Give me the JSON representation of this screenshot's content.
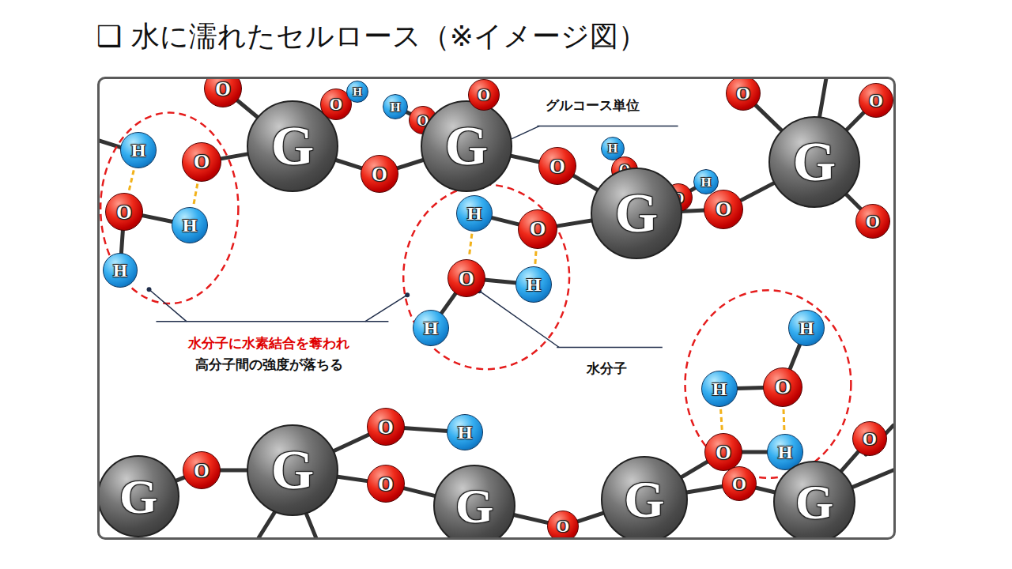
{
  "diagram": {
    "title": "❑ 水に濡れたセルロース（※イメージ図）",
    "nodes": [
      {
        "text": [
          "G"
        ]
      },
      {
        "text": [
          "O"
        ]
      },
      {
        "text": [
          "O"
        ]
      },
      {
        "text": [
          "H"
        ]
      },
      {
        "text": [
          "O"
        ]
      },
      {
        "text": [
          "H"
        ]
      },
      {
        "text": [
          "H"
        ]
      },
      {
        "text": [
          "O"
        ]
      },
      {
        "text": [
          "O"
        ]
      },
      {
        "text": [
          "H"
        ]
      },
      {
        "text": [
          "H"
        ]
      },
      {
        "text": [
          "O"
        ]
      },
      {
        "text": [
          "G"
        ]
      },
      {
        "text": [
          "O"
        ]
      },
      {
        "text": [
          "H"
        ]
      },
      {
        "text": [
          "O"
        ]
      },
      {
        "text": [
          "O"
        ]
      },
      {
        "text": [
          "H"
        ]
      },
      {
        "text": [
          "H"
        ]
      },
      {
        "text": [
          "O"
        ]
      },
      {
        "text": [
          "H"
        ]
      },
      {
        "text": [
          "O"
        ]
      },
      {
        "text": [
          "O"
        ]
      },
      {
        "text": [
          "H"
        ]
      },
      {
        "text": [
          "G"
        ]
      },
      {
        "text": [
          "O"
        ]
      },
      {
        "text": [
          "G"
        ]
      },
      {
        "text": [
          "O"
        ]
      },
      {
        "text": [
          "O"
        ]
      },
      {
        "text": [
          "O"
        ]
      },
      {
        "text": [
          "H"
        ]
      },
      {
        "text": [
          "O"
        ]
      },
      {
        "text": [
          "H"
        ]
      },
      {
        "text": [
          "O"
        ]
      },
      {
        "text": [
          "H"
        ]
      },
      {
        "text": [
          "G"
        ]
      },
      {
        "text": [
          "O"
        ]
      },
      {
        "text": [
          "G"
        ]
      },
      {
        "text": [
          "O"
        ]
      },
      {
        "text": [
          "H"
        ]
      },
      {
        "text": [
          "O"
        ]
      },
      {
        "text": [
          "H"
        ]
      },
      {
        "text": [
          "G"
        ]
      },
      {
        "text": [
          "O"
        ]
      },
      {
        "text": [
          "G"
        ]
      },
      {
        "text": [
          "O"
        ]
      },
      {
        "text": [
          "G"
        ]
      },
      {
        "text": [
          "O"
        ]
      }
    ],
    "edges": [
      {
        "from": 1,
        "to": 0,
        "arrow": "none"
      },
      {
        "from": 2,
        "to": 0,
        "arrow": "none"
      },
      {
        "from": 0,
        "to": 7,
        "arrow": "none"
      },
      {
        "from": 7,
        "to": 12,
        "arrow": "none"
      },
      {
        "from": 4,
        "to": 5,
        "arrow": "none"
      },
      {
        "from": 4,
        "to": 6,
        "arrow": "none"
      },
      {
        "from": 8,
        "to": 9,
        "arrow": "none"
      },
      {
        "from": 10,
        "to": 11,
        "arrow": "none"
      },
      {
        "from": 11,
        "to": 12,
        "arrow": "none"
      },
      {
        "from": 12,
        "to": 13,
        "arrow": "none"
      },
      {
        "from": 14,
        "to": 15,
        "arrow": "none"
      },
      {
        "from": 15,
        "to": 24,
        "arrow": "none"
      },
      {
        "from": 12,
        "to": 19,
        "arrow": "none"
      },
      {
        "from": 19,
        "to": 24,
        "arrow": "none"
      },
      {
        "from": 20,
        "to": 21,
        "arrow": "none"
      },
      {
        "from": 22,
        "to": 23,
        "arrow": "none"
      },
      {
        "from": 24,
        "to": 25,
        "arrow": "none"
      },
      {
        "from": 25,
        "to": 26,
        "arrow": "none"
      },
      {
        "from": 26,
        "to": 27,
        "arrow": "none"
      },
      {
        "from": 26,
        "to": 28,
        "arrow": "none"
      },
      {
        "from": 26,
        "to": 29,
        "arrow": "none"
      },
      {
        "from": 16,
        "to": 17,
        "arrow": "none"
      },
      {
        "from": 16,
        "to": 18,
        "arrow": "none"
      },
      {
        "from": 30,
        "to": 31,
        "arrow": "none"
      },
      {
        "from": 31,
        "to": 32,
        "arrow": "none"
      },
      {
        "from": 33,
        "to": 34,
        "arrow": "none"
      },
      {
        "from": 33,
        "to": 44,
        "arrow": "none"
      },
      {
        "from": 45,
        "to": 46,
        "arrow": "none"
      },
      {
        "from": 46,
        "to": 47,
        "arrow": "none"
      },
      {
        "from": 35,
        "to": 36,
        "arrow": "none"
      },
      {
        "from": 36,
        "to": 37,
        "arrow": "none"
      },
      {
        "from": 37,
        "to": 38,
        "arrow": "none"
      },
      {
        "from": 38,
        "to": 39,
        "arrow": "none"
      },
      {
        "from": 37,
        "to": 40,
        "arrow": "none"
      },
      {
        "from": 40,
        "to": 42,
        "arrow": "none"
      },
      {
        "from": 42,
        "to": 43,
        "arrow": "none"
      },
      {
        "from": 43,
        "to": 44,
        "arrow": "none"
      },
      {
        "from": 44,
        "to": 45,
        "arrow": "none"
      },
      {
        "from": 3,
        "to": 4,
        "arrow": "none"
      },
      {
        "from": 2,
        "to": 5,
        "arrow": "none"
      },
      {
        "from": 14,
        "to": 16,
        "arrow": "none"
      },
      {
        "from": 15,
        "to": 17,
        "arrow": "none"
      },
      {
        "from": 32,
        "to": 33,
        "arrow": "none"
      },
      {
        "from": 31,
        "to": 34,
        "arrow": "none"
      }
    ],
    "labels": [
      "グルコース単位",
      "水分子に水素結合を奪われ",
      "高分子間の強度が落ちる",
      "水分子"
    ]
  }
}
